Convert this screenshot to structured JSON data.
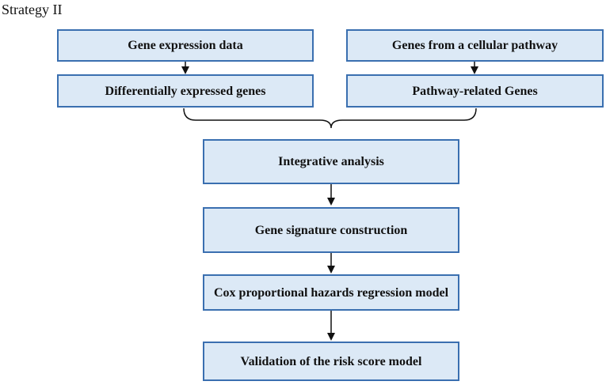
{
  "title": "Strategy II",
  "colors": {
    "box_fill": "#dce9f6",
    "box_border": "#3a6fb0",
    "arrow": "#111111"
  },
  "nodes": {
    "gene_expression_data": "Gene expression data",
    "differentially_expressed_genes": "Differentially expressed genes",
    "genes_from_pathway": "Genes from a cellular pathway",
    "pathway_related_genes": "Pathway-related Genes",
    "integrative_analysis": "Integrative analysis",
    "gene_signature_construction": "Gene signature construction",
    "cox_regression_model": "Cox proportional hazards regression model",
    "validation_risk_score": "Validation of the risk score model"
  },
  "edges": [
    {
      "from": "gene_expression_data",
      "to": "differentially_expressed_genes"
    },
    {
      "from": "genes_from_pathway",
      "to": "pathway_related_genes"
    },
    {
      "from": "differentially_expressed_genes",
      "to": "integrative_analysis"
    },
    {
      "from": "pathway_related_genes",
      "to": "integrative_analysis"
    },
    {
      "from": "integrative_analysis",
      "to": "gene_signature_construction"
    },
    {
      "from": "gene_signature_construction",
      "to": "cox_regression_model"
    },
    {
      "from": "cox_regression_model",
      "to": "validation_risk_score"
    }
  ]
}
